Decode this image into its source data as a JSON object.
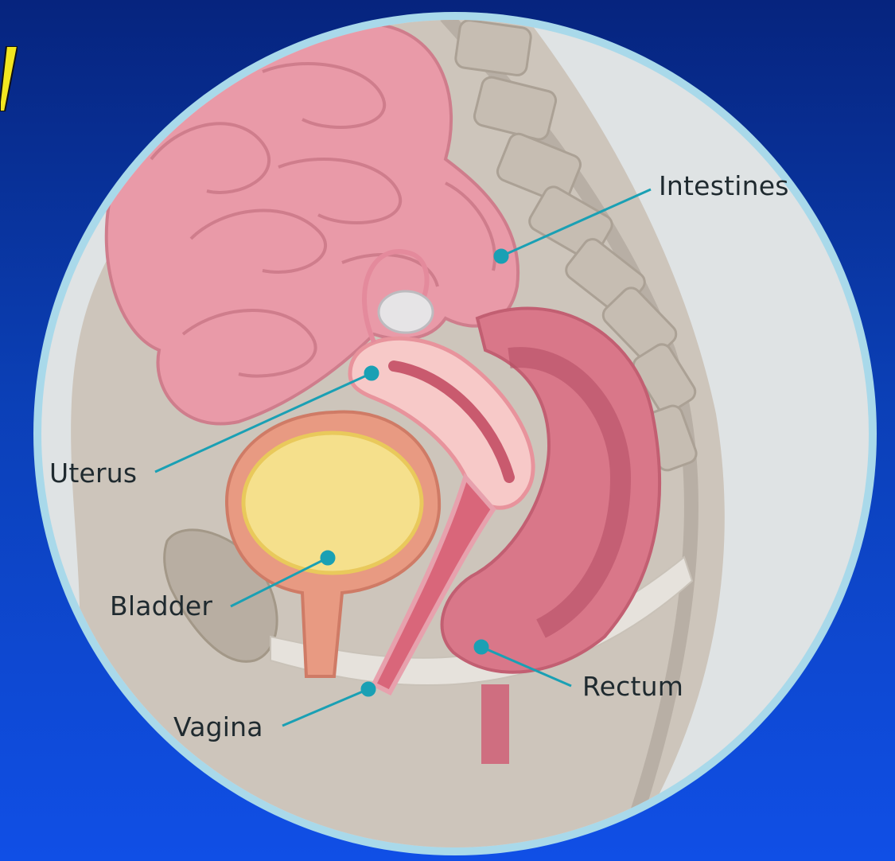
{
  "labels": {
    "intestines": "Intestines",
    "uterus": "Uterus",
    "bladder": "Bladder",
    "rectum": "Rectum",
    "vagina": "Vagina"
  },
  "colors": {
    "background_top": "#06247e",
    "background_bottom": "#104fe6",
    "circle_border": "#a9d9ea",
    "circle_fill": "#dfe3e4",
    "body_tissue": "#cdc5bb",
    "intestines": "#e99aa8",
    "uterus": "#f7c9c8",
    "bladder_urine": "#f5e08c",
    "rectum": "#cf6e80",
    "leader_line": "#1aa0b4",
    "title_fragment": "#f2e620"
  }
}
